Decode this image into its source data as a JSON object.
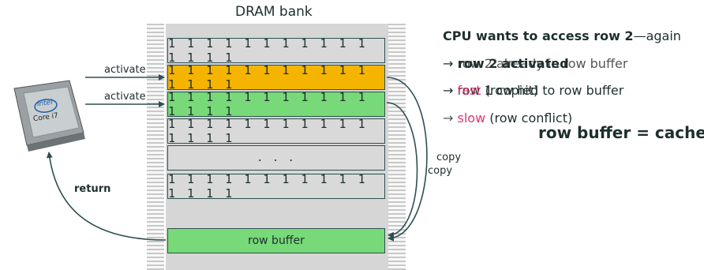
{
  "bank": {
    "title": "DRAM bank",
    "rows": [
      "1 1 1 1 1 1 1 1 1 1 1 1 1 1 1",
      "1 1 1 1 1 1 1 1 1 1 1 1 1 1 1",
      "1 1 1 1 1 1 1 1 1 1 1 1 1 1 1",
      "1 1 1 1 1 1 1 1 1 1 1 1 1 1 1",
      ". . .",
      "1 1 1 1 1 1 1 1 1 1 1 1 1 1 1"
    ],
    "row_buffer": "row buffer"
  },
  "arrows": {
    "activate_1": "activate",
    "activate_2": "activate",
    "copy_1": "copy",
    "copy_2": "copy",
    "return": "return"
  },
  "cpu": {
    "brand": "intel",
    "model": "Core i7"
  },
  "text": {
    "headline_main": "CPU wants to access row 2",
    "headline_suffix": "—again",
    "line1_arrow": "→",
    "line1_a": "row 2 activated",
    "line1_b": "row 2 already in row buffer",
    "line2_arrow": "→",
    "line2_fast": "fast",
    "line2_a": "row 1 copied to row buffer",
    "line2_b": "(row hit)",
    "line3_arrow": "→",
    "line3_slow": "slow",
    "line3_rest": "(row conflict)",
    "conclusion": "row buffer = cache"
  },
  "colors": {
    "orange_row": "#f5b400",
    "green_row": "#77d977",
    "accent_pink": "#e8336d",
    "ink": "#1e2e2e"
  }
}
